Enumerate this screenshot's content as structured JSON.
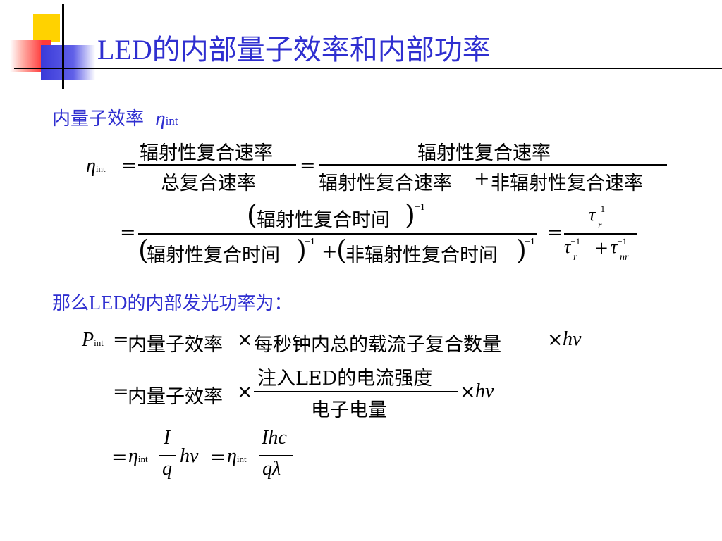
{
  "title": "LED的内部量子效率和内部功率",
  "section1": {
    "label": "内量子效率",
    "eta_sym": "η",
    "eta_sub": "int"
  },
  "eq1": {
    "lhs_sym": "η",
    "lhs_sub": "int",
    "eq": "=",
    "frac1_num": "辐射性复合速率",
    "frac1_den": "总复合速率",
    "eq2": "=",
    "frac2_num": "辐射性复合速率",
    "frac2_den_a": "辐射性复合速率",
    "frac2_plus": "+",
    "frac2_den_b": "非辐射性复合速率"
  },
  "eq2": {
    "eq": "=",
    "num_text": "辐射性复合时间",
    "num_exp": "−1",
    "den_a": "辐射性复合时间",
    "den_a_exp": "−1",
    "plus": "+",
    "den_b": "非辐射性复合时间",
    "den_b_exp": "−1",
    "eq2": "=",
    "tau_num": "τ",
    "tau_num_sup": "−1",
    "tau_num_sub": "r",
    "tau_den_a": "τ",
    "tau_den_a_sup": "−1",
    "tau_den_a_sub": "r",
    "tau_plus": "+",
    "tau_den_b": "τ",
    "tau_den_b_sup": "−1",
    "tau_den_b_sub": "nr"
  },
  "section2": {
    "label_pre": "那么",
    "label_led": "LED",
    "label_post": "的内部发光功率为："
  },
  "eq3": {
    "lhs_sym": "P",
    "lhs_sub": "int",
    "eq": "=",
    "text_a": "内量子效率",
    "times1": "×",
    "text_b": "每秒钟内总的载流子复合数量",
    "times2": "×",
    "hv": "hν"
  },
  "eq4": {
    "eq": "=",
    "text_a": "内量子效率",
    "times1": "×",
    "num": "注入LED的电流强度",
    "den": "电子电量",
    "times2": "×",
    "hv": "hν"
  },
  "eq5": {
    "eq": "=",
    "eta": "η",
    "eta_sub": "int",
    "f1_num": "I",
    "f1_den": "q",
    "hv": "hν",
    "eq2": "=",
    "eta2": "η",
    "eta2_sub": "int",
    "f2_num": "Ihc",
    "f2_den": "qλ"
  },
  "colors": {
    "title_blue": "#2f2fd0",
    "deco_yellow": "#ffd200",
    "deco_red": "#ff3a3a",
    "deco_blue": "#3a3ad8"
  }
}
